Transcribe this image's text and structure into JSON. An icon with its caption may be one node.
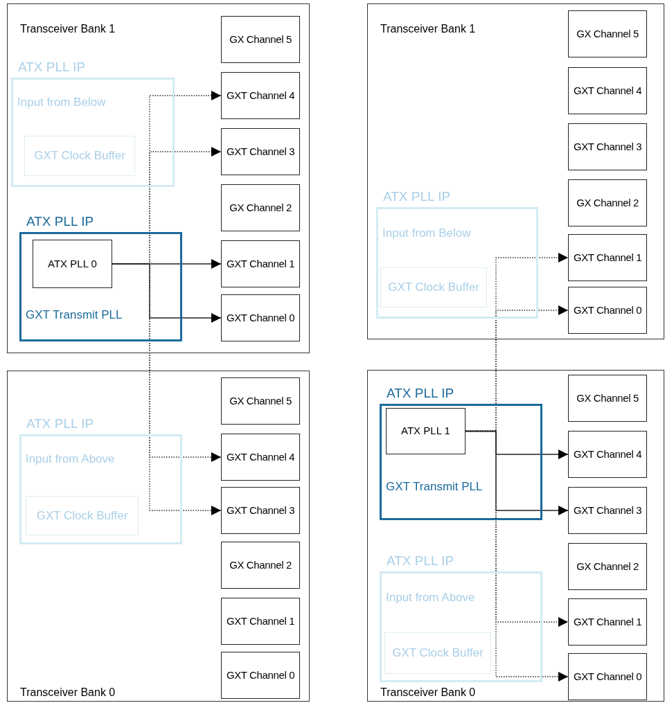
{
  "diagram": {
    "nodes": [
      {
        "text": [
          "Transceiver Bank 1"
        ]
      },
      {
        "text": [
          "GX Channel 5"
        ],
        "in": 0
      },
      {
        "text": [
          "GXT Channel 4"
        ],
        "in": 0
      },
      {
        "text": [
          "GXT Channel 3"
        ],
        "in": 0
      },
      {
        "text": [
          "GX Channel 2"
        ],
        "in": 0
      },
      {
        "text": [
          "GXT Channel 1"
        ],
        "in": 0
      },
      {
        "text": [
          "GXT Channel 0"
        ],
        "in": 0
      },
      {
        "text": [
          "ATX PLL IP",
          "Input from Below"
        ],
        "in": 0
      },
      {
        "text": [
          "GXT Clock Buffer"
        ],
        "in": 7
      },
      {
        "text": [
          "ATX PLL IP",
          "GXT Transmit PLL"
        ],
        "in": 0
      },
      {
        "text": [
          "ATX PLL 0"
        ],
        "in": 9
      },
      {
        "text": [
          "Transceiver Bank 0"
        ]
      },
      {
        "text": [
          "GX Channel 5"
        ],
        "in": 11
      },
      {
        "text": [
          "GXT Channel 4"
        ],
        "in": 11
      },
      {
        "text": [
          "GXT Channel 3"
        ],
        "in": 11
      },
      {
        "text": [
          "GX Channel 2"
        ],
        "in": 11
      },
      {
        "text": [
          "GXT Channel 1"
        ],
        "in": 11
      },
      {
        "text": [
          "GXT Channel 0"
        ],
        "in": 11
      },
      {
        "text": [
          "ATX PLL IP",
          "Input from Above"
        ],
        "in": 11
      },
      {
        "text": [
          "GXT Clock Buffer"
        ],
        "in": 18
      },
      {
        "text": [
          "Transceiver Bank 1"
        ]
      },
      {
        "text": [
          "GX Channel 5"
        ],
        "in": 20
      },
      {
        "text": [
          "GXT Channel 4"
        ],
        "in": 20
      },
      {
        "text": [
          "GXT Channel 3"
        ],
        "in": 20
      },
      {
        "text": [
          "GX Channel 2"
        ],
        "in": 20
      },
      {
        "text": [
          "GXT Channel 1"
        ],
        "in": 20
      },
      {
        "text": [
          "GXT Channel 0"
        ],
        "in": 20
      },
      {
        "text": [
          "ATX PLL IP",
          "Input from Below"
        ],
        "in": 20
      },
      {
        "text": [
          "GXT Clock Buffer"
        ],
        "in": 27
      },
      {
        "text": [
          "Transceiver Bank 0"
        ]
      },
      {
        "text": [
          "GX Channel 5"
        ],
        "in": 29
      },
      {
        "text": [
          "GXT Channel 4"
        ],
        "in": 29
      },
      {
        "text": [
          "GXT Channel 3"
        ],
        "in": 29
      },
      {
        "text": [
          "GX Channel 2"
        ],
        "in": 29
      },
      {
        "text": [
          "GXT Channel 1"
        ],
        "in": 29
      },
      {
        "text": [
          "GXT Channel 0"
        ],
        "in": 29
      },
      {
        "text": [
          "ATX PLL IP",
          "GXT Transmit PLL"
        ],
        "in": 29
      },
      {
        "text": [
          "ATX PLL 1"
        ],
        "in": 36
      },
      {
        "text": [
          "ATX PLL IP",
          "Input from Above"
        ],
        "in": 29
      },
      {
        "text": [
          "GXT Clock Buffer"
        ],
        "in": 38
      }
    ],
    "edges": [
      {
        "from": 10,
        "to": 5,
        "arrow": "to"
      },
      {
        "from": 10,
        "to": 6,
        "arrow": "to"
      },
      {
        "from": 10,
        "to": 2,
        "arrow": "to",
        "style": "dashed"
      },
      {
        "from": 10,
        "to": 3,
        "arrow": "to",
        "style": "dashed"
      },
      {
        "from": 10,
        "to": 13,
        "arrow": "to",
        "style": "dashed"
      },
      {
        "from": 10,
        "to": 14,
        "arrow": "to",
        "style": "dashed"
      },
      {
        "from": 37,
        "to": 31,
        "arrow": "to"
      },
      {
        "from": 37,
        "to": 32,
        "arrow": "to"
      },
      {
        "from": 37,
        "to": 25,
        "arrow": "to",
        "style": "dashed"
      },
      {
        "from": 37,
        "to": 26,
        "arrow": "to",
        "style": "dashed"
      },
      {
        "from": 37,
        "to": 34,
        "arrow": "to",
        "style": "dashed"
      },
      {
        "from": 37,
        "to": 35,
        "arrow": "to",
        "style": "dashed"
      }
    ]
  }
}
